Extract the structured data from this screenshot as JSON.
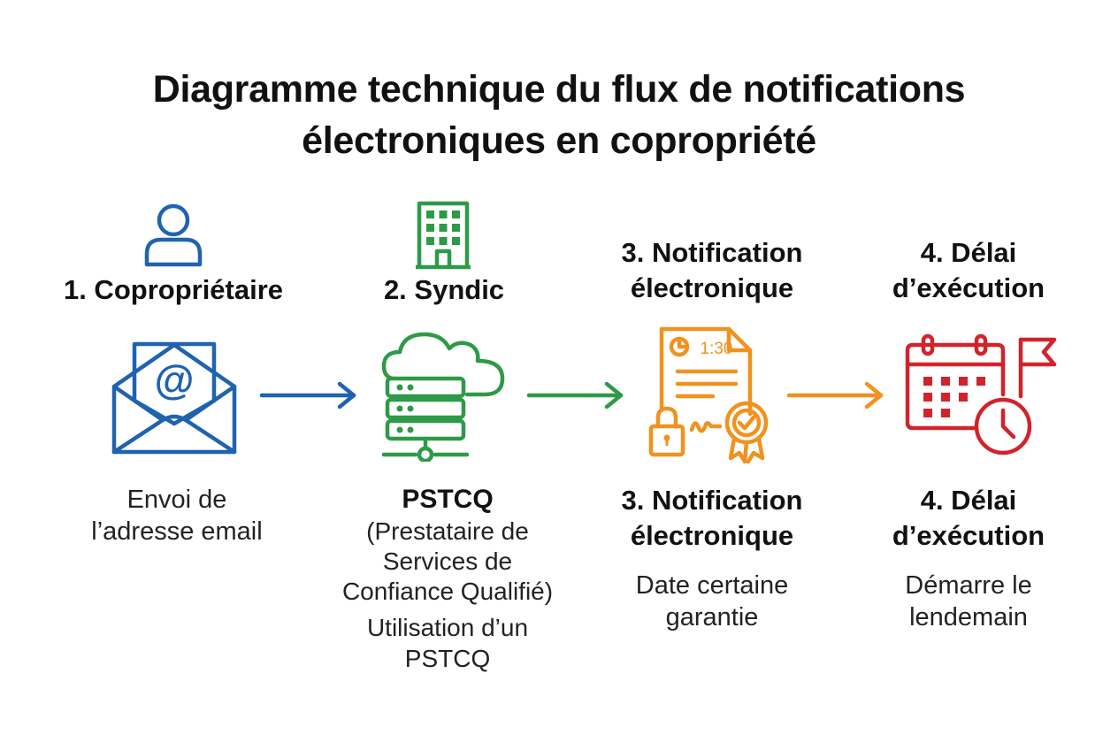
{
  "title": {
    "line1": "Diagramme technique du flux de notifications",
    "line2": "électroniques en copropriété"
  },
  "steps": [
    {
      "heading": "1. Copropriétaire",
      "desc_line1": "Envoi de",
      "desc_line2": "l’adresse email",
      "color": "#1f63b0",
      "icons": [
        "person-icon",
        "email-envelope-icon"
      ]
    },
    {
      "heading": "2. Syndic",
      "sub_heading": "PSTCQ",
      "detail_line1": "(Prestataire de",
      "detail_line2": "Services de",
      "detail_line3": "Confiance Qualifié)",
      "desc_line1": "Utilisation d’un",
      "desc_line2": "PSTCQ",
      "color": "#2e9a48",
      "icons": [
        "building-icon",
        "cloud-server-icon"
      ]
    },
    {
      "heading_line1": "3. Notification",
      "heading_line2": "électronique",
      "sub_heading_line1": "3. Notification",
      "sub_heading_line2": "électronique",
      "desc_line1": "Date certaine",
      "desc_line2": "garantie",
      "icon_time_label": "1:30",
      "color": "#f0921e",
      "icons": [
        "certified-document-icon"
      ]
    },
    {
      "heading_line1": "4. Délai",
      "heading_line2": "d’exécution",
      "sub_heading_line1": "4. Délai",
      "sub_heading_line2": "d’exécution",
      "desc_line1": "Démarre le",
      "desc_line2": "lendemain",
      "color": "#d2232a",
      "icons": [
        "calendar-flag-clock-icon"
      ]
    }
  ],
  "arrows": [
    {
      "from": "1. Copropriétaire",
      "to": "2. Syndic",
      "color": "#1f63b0"
    },
    {
      "from": "2. Syndic",
      "to": "3. Notification électronique",
      "color": "#2e9a48"
    },
    {
      "from": "3. Notification électronique",
      "to": "4. Délai d’exécution",
      "color": "#f0921e"
    }
  ]
}
